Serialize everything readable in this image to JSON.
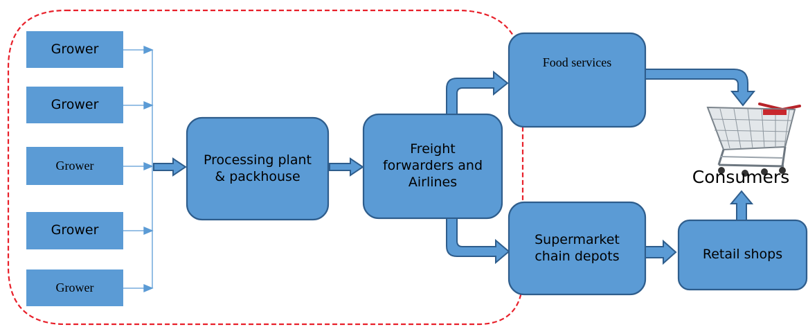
{
  "nodes": {
    "grower_1": "Grower",
    "grower_2": "Grower",
    "grower_3": "Grower",
    "grower_4": "Grower",
    "grower_5": "Grower",
    "processing": "Processing plant & packhouse",
    "freight": "Freight forwarders and Airlines",
    "food_services": "Food services",
    "supermarket": "Supermarket chain depots",
    "retail": "Retail shops",
    "consumers": "Consumers"
  },
  "icons": {
    "shopping_cart": "shopping-cart-icon"
  },
  "colors": {
    "box_fill": "#5b9bd5",
    "box_stroke": "#2e5d8c",
    "grower_fill": "#5b9bd5",
    "connector": "#5b9bd5",
    "dashed_boundary": "#e8202a"
  }
}
